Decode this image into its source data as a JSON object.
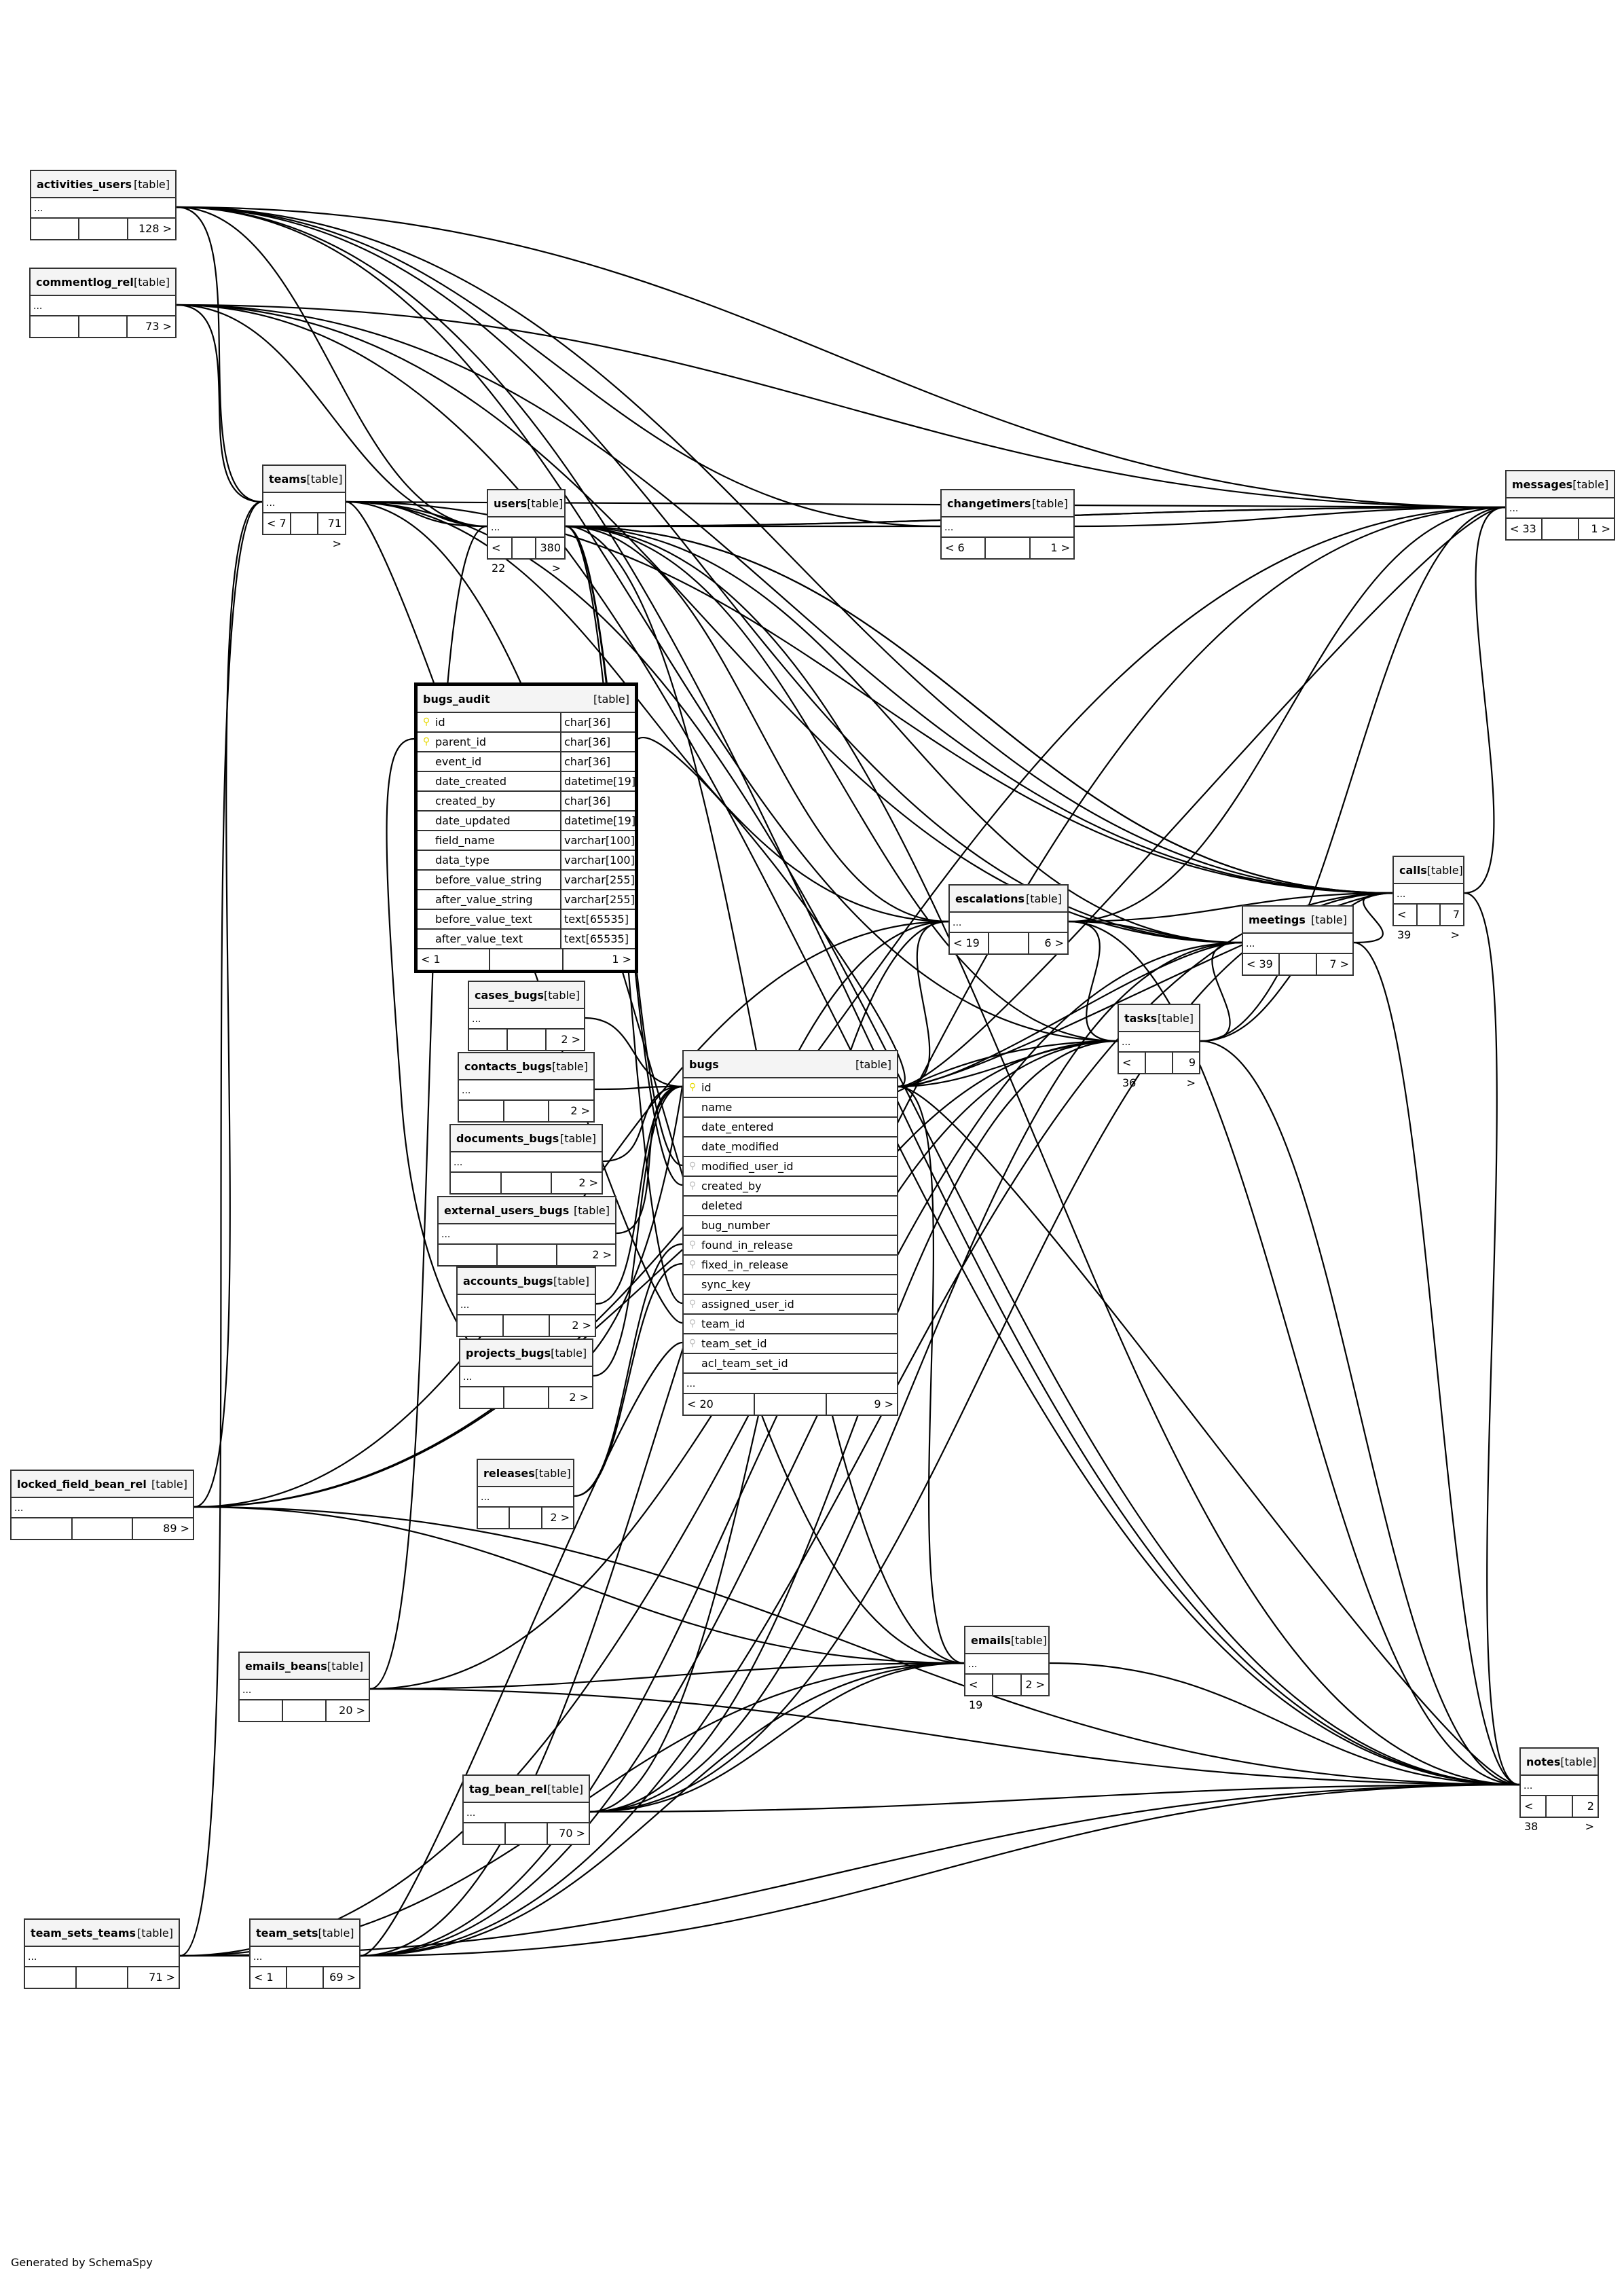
{
  "footer": "Generated by SchemaSpy",
  "type_label": "[table]",
  "tables": {
    "activities_users": {
      "name": "activities_users",
      "ellipsis": "...",
      "parents": "",
      "children": "128 >"
    },
    "commentlog_rel": {
      "name": "commentlog_rel",
      "ellipsis": "...",
      "parents": "",
      "children": "73 >"
    },
    "teams": {
      "name": "teams",
      "ellipsis": "...",
      "parents": "< 7",
      "children": "71 >"
    },
    "users": {
      "name": "users",
      "ellipsis": "...",
      "parents": "< 22",
      "children": "380 >"
    },
    "changetimers": {
      "name": "changetimers",
      "ellipsis": "...",
      "parents": "< 6",
      "children": "1 >"
    },
    "messages": {
      "name": "messages",
      "ellipsis": "...",
      "parents": "< 33",
      "children": "1 >"
    },
    "escalations": {
      "name": "escalations",
      "ellipsis": "...",
      "parents": "< 19",
      "children": "6 >"
    },
    "meetings": {
      "name": "meetings",
      "ellipsis": "...",
      "parents": "< 39",
      "children": "7 >"
    },
    "calls": {
      "name": "calls",
      "ellipsis": "...",
      "parents": "< 39",
      "children": "7 >"
    },
    "tasks": {
      "name": "tasks",
      "ellipsis": "...",
      "parents": "< 36",
      "children": "9 >"
    },
    "cases_bugs": {
      "name": "cases_bugs",
      "ellipsis": "...",
      "parents": "",
      "children": "2 >"
    },
    "contacts_bugs": {
      "name": "contacts_bugs",
      "ellipsis": "...",
      "parents": "",
      "children": "2 >"
    },
    "documents_bugs": {
      "name": "documents_bugs",
      "ellipsis": "...",
      "parents": "",
      "children": "2 >"
    },
    "external_users_bugs": {
      "name": "external_users_bugs",
      "ellipsis": "...",
      "parents": "",
      "children": "2 >"
    },
    "accounts_bugs": {
      "name": "accounts_bugs",
      "ellipsis": "...",
      "parents": "",
      "children": "2 >"
    },
    "projects_bugs": {
      "name": "projects_bugs",
      "ellipsis": "...",
      "parents": "",
      "children": "2 >"
    },
    "releases": {
      "name": "releases",
      "ellipsis": "...",
      "parents": "",
      "children": "2 >"
    },
    "locked_field_bean_rel": {
      "name": "locked_field_bean_rel",
      "ellipsis": "...",
      "parents": "",
      "children": "89 >"
    },
    "emails_beans": {
      "name": "emails_beans",
      "ellipsis": "...",
      "parents": "",
      "children": "20 >"
    },
    "emails": {
      "name": "emails",
      "ellipsis": "...",
      "parents": "< 19",
      "children": "2 >"
    },
    "tag_bean_rel": {
      "name": "tag_bean_rel",
      "ellipsis": "...",
      "parents": "",
      "children": "70 >"
    },
    "team_sets_teams": {
      "name": "team_sets_teams",
      "ellipsis": "...",
      "parents": "",
      "children": "71 >"
    },
    "team_sets": {
      "name": "team_sets",
      "ellipsis": "...",
      "parents": "< 1",
      "children": "69 >"
    },
    "notes": {
      "name": "notes",
      "ellipsis": "...",
      "parents": "< 38",
      "children": "2 >"
    }
  },
  "bugs_audit": {
    "name": "bugs_audit",
    "columns": [
      {
        "name": "id",
        "type": "char[36]",
        "key": "pk"
      },
      {
        "name": "parent_id",
        "type": "char[36]",
        "key": "pk"
      },
      {
        "name": "event_id",
        "type": "char[36]",
        "key": ""
      },
      {
        "name": "date_created",
        "type": "datetime[19]",
        "key": ""
      },
      {
        "name": "created_by",
        "type": "char[36]",
        "key": ""
      },
      {
        "name": "date_updated",
        "type": "datetime[19]",
        "key": ""
      },
      {
        "name": "field_name",
        "type": "varchar[100]",
        "key": ""
      },
      {
        "name": "data_type",
        "type": "varchar[100]",
        "key": ""
      },
      {
        "name": "before_value_string",
        "type": "varchar[255]",
        "key": ""
      },
      {
        "name": "after_value_string",
        "type": "varchar[255]",
        "key": ""
      },
      {
        "name": "before_value_text",
        "type": "text[65535]",
        "key": ""
      },
      {
        "name": "after_value_text",
        "type": "text[65535]",
        "key": ""
      }
    ],
    "parents": "< 1",
    "children": "1 >"
  },
  "bugs": {
    "name": "bugs",
    "columns": [
      {
        "name": "id",
        "key": "pk"
      },
      {
        "name": "name",
        "key": ""
      },
      {
        "name": "date_entered",
        "key": ""
      },
      {
        "name": "date_modified",
        "key": ""
      },
      {
        "name": "modified_user_id",
        "key": "fk"
      },
      {
        "name": "created_by",
        "key": "fk"
      },
      {
        "name": "deleted",
        "key": ""
      },
      {
        "name": "bug_number",
        "key": ""
      },
      {
        "name": "found_in_release",
        "key": "fk"
      },
      {
        "name": "fixed_in_release",
        "key": "fk"
      },
      {
        "name": "sync_key",
        "key": ""
      },
      {
        "name": "assigned_user_id",
        "key": "fk"
      },
      {
        "name": "team_id",
        "key": "fk"
      },
      {
        "name": "team_set_id",
        "key": "fk"
      },
      {
        "name": "acl_team_set_id",
        "key": ""
      }
    ],
    "ellipsis": "...",
    "parents": "< 20",
    "children": "9 >"
  }
}
